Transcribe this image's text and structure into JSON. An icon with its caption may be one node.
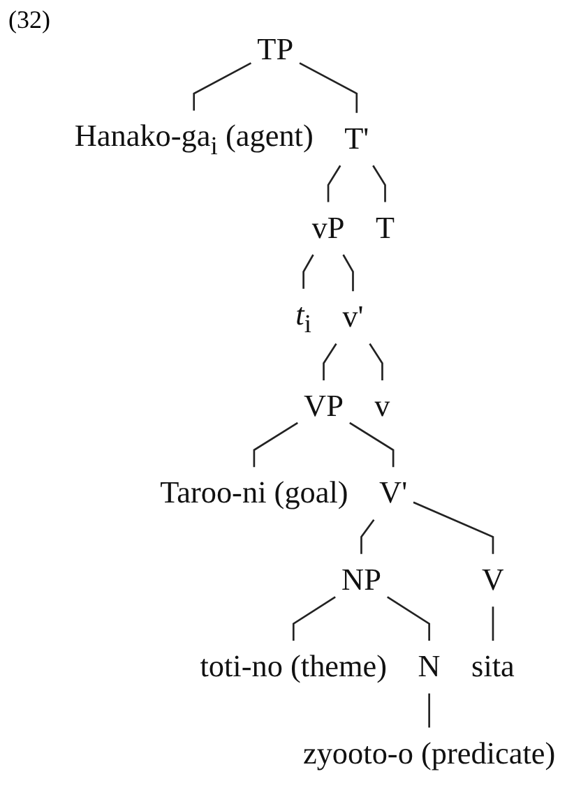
{
  "diagram": {
    "nodes": [
      {
        "text": [
          "TP"
        ]
      },
      {
        "text": [
          "Hanako-ga$_{i}$ (agent)"
        ]
      },
      {
        "text": [
          "T'"
        ]
      },
      {
        "text": [
          "vP"
        ]
      },
      {
        "text": [
          "T"
        ]
      },
      {
        "text": [
          "*t*$_{i}$"
        ]
      },
      {
        "text": [
          "v'"
        ]
      },
      {
        "text": [
          "VP"
        ]
      },
      {
        "text": [
          "v"
        ]
      },
      {
        "text": [
          "Taroo-ni (goal)"
        ]
      },
      {
        "text": [
          "V'"
        ]
      },
      {
        "text": [
          "NP"
        ]
      },
      {
        "text": [
          "V"
        ]
      },
      {
        "text": [
          "toti-no (theme)"
        ]
      },
      {
        "text": [
          "N"
        ]
      },
      {
        "text": [
          "sita"
        ]
      },
      {
        "text": [
          "zyooto-o (predicate)"
        ]
      }
    ],
    "edges": [
      {
        "from": 0,
        "to": 1,
        "arrow": "none"
      },
      {
        "from": 0,
        "to": 2,
        "arrow": "none"
      },
      {
        "from": 2,
        "to": 3,
        "arrow": "none"
      },
      {
        "from": 2,
        "to": 4,
        "arrow": "none"
      },
      {
        "from": 3,
        "to": 5,
        "arrow": "none"
      },
      {
        "from": 3,
        "to": 6,
        "arrow": "none"
      },
      {
        "from": 6,
        "to": 7,
        "arrow": "none"
      },
      {
        "from": 6,
        "to": 8,
        "arrow": "none"
      },
      {
        "from": 7,
        "to": 9,
        "arrow": "none"
      },
      {
        "from": 7,
        "to": 10,
        "arrow": "none"
      },
      {
        "from": 10,
        "to": 11,
        "arrow": "none"
      },
      {
        "from": 10,
        "to": 12,
        "arrow": "none"
      },
      {
        "from": 11,
        "to": 13,
        "arrow": "none"
      },
      {
        "from": 11,
        "to": 14,
        "arrow": "none"
      },
      {
        "from": 12,
        "to": 15,
        "arrow": "none"
      },
      {
        "from": 14,
        "to": 16,
        "arrow": "none"
      }
    ],
    "labels": [
      "(32)"
    ]
  }
}
